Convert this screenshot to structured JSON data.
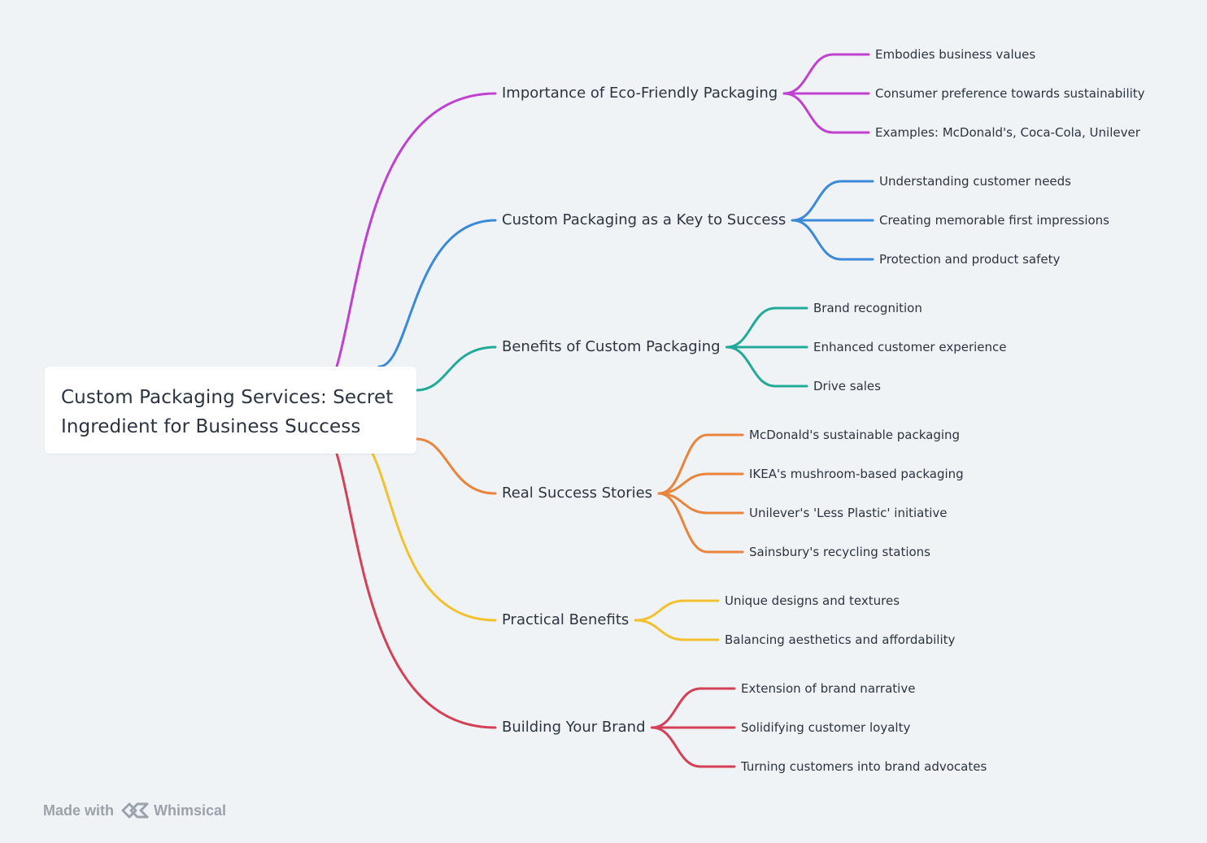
{
  "root": {
    "title": "Custom Packaging Services: Secret Ingredient for Business Success"
  },
  "branches": [
    {
      "label": "Importance of Eco-Friendly Packaging",
      "color": "#c040d0",
      "children": [
        "Embodies business values",
        "Consumer preference towards sustainability",
        "Examples: McDonald's, Coca-Cola, Unilever"
      ]
    },
    {
      "label": "Custom Packaging as a Key to Success",
      "color": "#3a8ad8",
      "children": [
        "Understanding customer needs",
        "Creating memorable first impressions",
        "Protection and product safety"
      ]
    },
    {
      "label": "Benefits of Custom Packaging",
      "color": "#22aa99",
      "children": [
        "Brand recognition",
        "Enhanced customer experience",
        "Drive sales"
      ]
    },
    {
      "label": "Real Success Stories",
      "color": "#e8843c",
      "children": [
        "McDonald's sustainable packaging",
        "IKEA's mushroom-based packaging",
        "Unilever's 'Less Plastic' initiative",
        "Sainsbury's recycling stations"
      ]
    },
    {
      "label": "Practical Benefits",
      "color": "#f2c12e",
      "children": [
        "Unique designs and textures",
        "Balancing aesthetics and affordability"
      ]
    },
    {
      "label": "Building Your Brand",
      "color": "#d44055",
      "children": [
        "Extension of brand narrative",
        "Solidifying customer loyalty",
        "Turning customers into brand advocates"
      ]
    }
  ],
  "footer": {
    "made_with": "Made with",
    "brand": "Whimsical",
    "logo_icon": "whimsical-logo-icon"
  }
}
